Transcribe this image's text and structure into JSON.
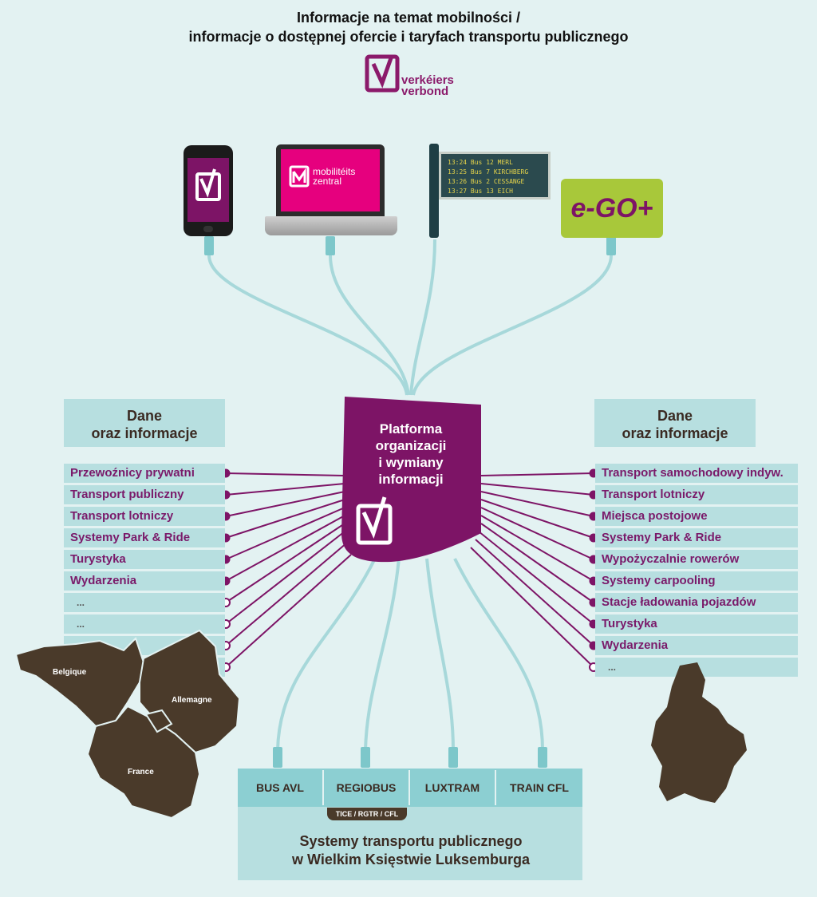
{
  "title": {
    "line1": "Informacje na temat mobilności /",
    "line2": "informacje o dostępnej ofercie i taryfach transportu publicznego"
  },
  "logo": {
    "line1": "verkéiers",
    "line2": "verbond"
  },
  "devices": {
    "laptop_brand_line1": "mobilitéits",
    "laptop_brand_line2": "zentral",
    "departures": [
      {
        "time": "13:24",
        "bus": "Bus 12",
        "dest": "MERL"
      },
      {
        "time": "13:25",
        "bus": "Bus 7",
        "dest": "KIRCHBERG"
      },
      {
        "time": "13:26",
        "bus": "Bus 2",
        "dest": "CESSANGE"
      },
      {
        "time": "13:27",
        "bus": "Bus 13",
        "dest": "EICH"
      }
    ],
    "ego_label": "e-GO+"
  },
  "platform": {
    "line1": "Platforma",
    "line2": "organizacji",
    "line3": "i wymiany",
    "line4": "informacji"
  },
  "left_panel": {
    "heading_line1": "Dane",
    "heading_line2": "oraz informacje",
    "items": [
      "Przewoźnicy prywatni",
      "Transport  publiczny",
      "Transport  lotniczy",
      "Systemy Park & Ride",
      "Turystyka",
      "Wydarzenia",
      "...",
      "...",
      "...",
      "..."
    ]
  },
  "right_panel": {
    "heading_line1": "Dane",
    "heading_line2": "oraz informacje",
    "items": [
      "Transport  samochodowy indyw.",
      "Transport  lotniczy",
      "Miejsca postojowe",
      "Systemy Park & Ride",
      "Wypożyczalnie rowerów",
      "Systemy carpooling",
      "Stacje ładowania pojazdów",
      "Turystyka",
      "Wydarzenia",
      "..."
    ]
  },
  "maps": {
    "belgium": "Belgique",
    "germany": "Allemagne",
    "france": "France"
  },
  "systems": {
    "items": [
      "BUS AVL",
      "REGIOBUS",
      "LUXTRAM",
      "TRAIN CFL"
    ],
    "tice_label": "TICE / RGTR / CFL",
    "caption_line1": "Systemy transportu publicznego",
    "caption_line2": "w Wielkim Księstwie Luksemburga"
  },
  "colors": {
    "background": "#e3f2f2",
    "purple": "#7d1466",
    "magenta": "#e6007e",
    "panel": "#b7dfe0",
    "cable": "#a7d8da",
    "lime": "#a8c83a",
    "map_brown": "#4a3a2a",
    "dark_teal": "#2b4a4e"
  }
}
